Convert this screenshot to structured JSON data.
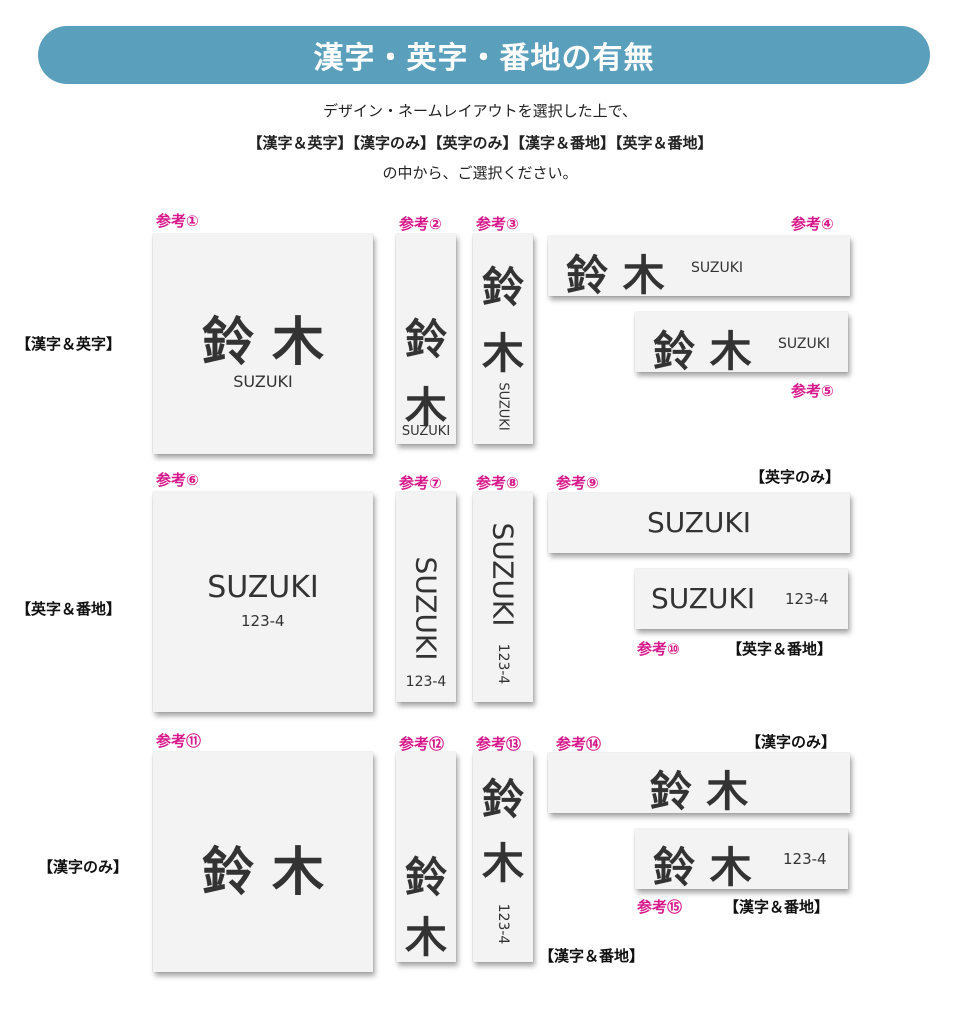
{
  "header": {
    "title": "漢字・英字・番地の有無"
  },
  "intro": {
    "line1": "デザイン・ネームレイアウトを選択した上で、",
    "options": "【漢字＆英字】【漢字のみ】【英字のみ】【漢字＆番地】【英字＆番地】",
    "line3": "の中から、ご選択ください。"
  },
  "rows": {
    "kanji_english": "【漢字＆英字】",
    "english_address": "【英字＆番地】",
    "kanji_only": "【漢字のみ】"
  },
  "refs": {
    "r1": "参考①",
    "r2": "参考②",
    "r3": "参考③",
    "r4": "参考④",
    "r5": "参考⑤",
    "r6": "参考⑥",
    "r7": "参考⑦",
    "r8": "参考⑧",
    "r9": "参考⑨",
    "r10": "参考⑩",
    "r11": "参考⑪",
    "r12": "参考⑫",
    "r13": "参考⑬",
    "r14": "参考⑭",
    "r15": "参考⑮"
  },
  "labels": {
    "english_only": "【英字のみ】",
    "english_address": "【英字＆番地】",
    "kanji_only": "【漢字のみ】",
    "kanji_address": "【漢字＆番地】"
  },
  "plate": {
    "kanji_name": "鈴 木",
    "kanji_1": "鈴",
    "kanji_2": "木",
    "english_name": "SUZUKI",
    "address": "123-4"
  },
  "colors": {
    "title_bar": "#5a9fbb",
    "ref_label": "#d6198a",
    "plate_bg": "#f3f3f3"
  }
}
